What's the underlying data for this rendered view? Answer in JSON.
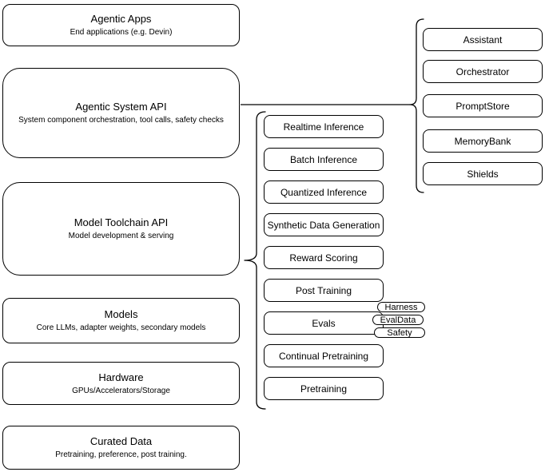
{
  "left_stack": [
    {
      "title": "Agentic Apps",
      "subtitle": "End applications (e.g. Devin)"
    },
    {
      "title": "Agentic System API",
      "subtitle": "System component orchestration, tool calls, safety checks"
    },
    {
      "title": "Model Toolchain API",
      "subtitle": "Model development & serving"
    },
    {
      "title": "Models",
      "subtitle": "Core LLMs, adapter weights, secondary models"
    },
    {
      "title": "Hardware",
      "subtitle": "GPUs/Accelerators/Storage"
    },
    {
      "title": "Curated Data",
      "subtitle": "Pretraining, preference, post training."
    }
  ],
  "toolchain_services": {
    "items": [
      "Realtime Inference",
      "Batch Inference",
      "Quantized Inference",
      "Synthetic Data Generation",
      "Reward Scoring",
      "Post Training",
      "Evals",
      "Continual Pretraining",
      "Pretraining"
    ]
  },
  "eval_tags": [
    "Harness",
    "EvalData",
    "Safety"
  ],
  "system_components": [
    "Assistant",
    "Orchestrator",
    "PromptStore",
    "MemoryBank",
    "Shields"
  ],
  "colors": {
    "stroke": "#000000",
    "fill": "#ffffff",
    "text": "#000000",
    "background": "#ffffff"
  }
}
